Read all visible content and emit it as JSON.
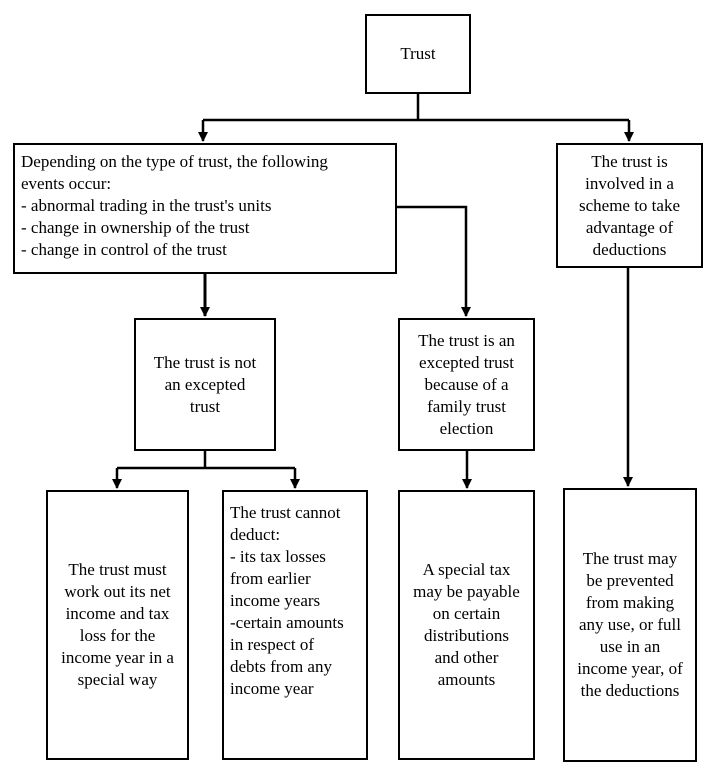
{
  "nodes": {
    "trust": {
      "lines": [
        "Trust"
      ]
    },
    "events": {
      "lines": [
        "Depending on the type of trust, the following",
        "events occur:",
        "- abnormal trading in the trust's units",
        "- change in ownership of the trust",
        "- change in control of the trust"
      ]
    },
    "scheme": {
      "lines": [
        "The trust is",
        "involved in a",
        "scheme to take",
        "advantage of",
        "deductions"
      ]
    },
    "not_excepted": {
      "lines": [
        "The trust is not",
        "an excepted",
        "trust"
      ]
    },
    "excepted": {
      "lines": [
        "The trust is an",
        "excepted trust",
        "because of a",
        "family trust",
        "election"
      ]
    },
    "work_out": {
      "lines": [
        "The trust must",
        "work out its net",
        "income and tax",
        "loss for the",
        "income year in a",
        "special way"
      ]
    },
    "cannot_deduct": {
      "lines": [
        "The trust cannot",
        "deduct:",
        "- its tax losses",
        "from earlier",
        "income years",
        "-certain amounts",
        "in respect of",
        "debts from any",
        "income year"
      ]
    },
    "special_tax": {
      "lines": [
        "A special tax",
        "may be payable",
        "on certain",
        "distributions",
        "and other",
        "amounts"
      ]
    },
    "prevented": {
      "lines": [
        "The trust may",
        "be prevented",
        "from making",
        "any use, or full",
        "use in an",
        "income year, of",
        "the deductions"
      ]
    }
  }
}
